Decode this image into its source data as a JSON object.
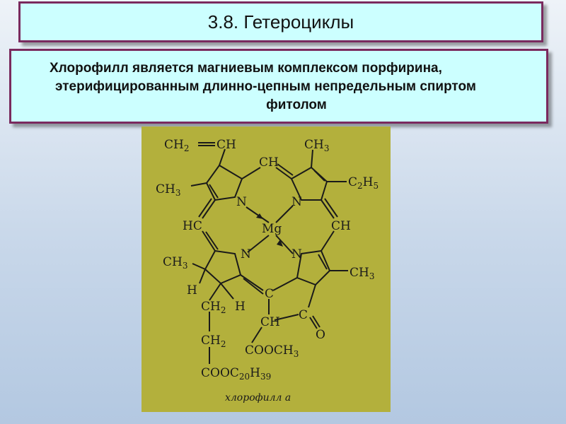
{
  "title": "3.8. Гетероциклы",
  "description": {
    "line1": "Хлорофилл является магниевым комплексом порфирина,",
    "line2": "этерифицированным длинно-цепным непредельным спиртом",
    "line3": "фитолом"
  },
  "figure": {
    "caption": "хлорофилл a",
    "background_color": "#b3b03c",
    "labels": {
      "ch2_vinyl": "CH",
      "ch2_vinyl_sub": "2",
      "ch_vinyl": "CH",
      "ch3_a": "CH",
      "ch3_a_sub": "3",
      "ch_top": "CH",
      "ch3_top_right": "CH",
      "ch3_top_right_sub": "3",
      "c2h5": "C",
      "c2h5_sub1": "2",
      "c2h5_h": "H",
      "c2h5_sub2": "5",
      "hc_left": "HC",
      "ch_right": "CH",
      "mg": "Mg",
      "n1": "N",
      "n2": "N",
      "n3": "N",
      "n4": "N",
      "ch3_left_lower": "CH",
      "ch3_left_lower_sub": "3",
      "ch3_right_lower": "CH",
      "ch3_right_lower_sub": "3",
      "h_left": "H",
      "h_mid": "H",
      "ch2_chain1": "CH",
      "ch2_chain1_sub": "2",
      "c_mid": "C",
      "c_keto": "C",
      "o_keto": "O",
      "ch_ring5": "CH",
      "ch2_chain2": "CH",
      "ch2_chain2_sub": "2",
      "cooch3": "COOCH",
      "cooch3_sub": "3",
      "cooc20h39": "COOC",
      "cooc20h39_sub1": "20",
      "cooc20h39_h": "H",
      "cooc20h39_sub2": "39"
    }
  }
}
